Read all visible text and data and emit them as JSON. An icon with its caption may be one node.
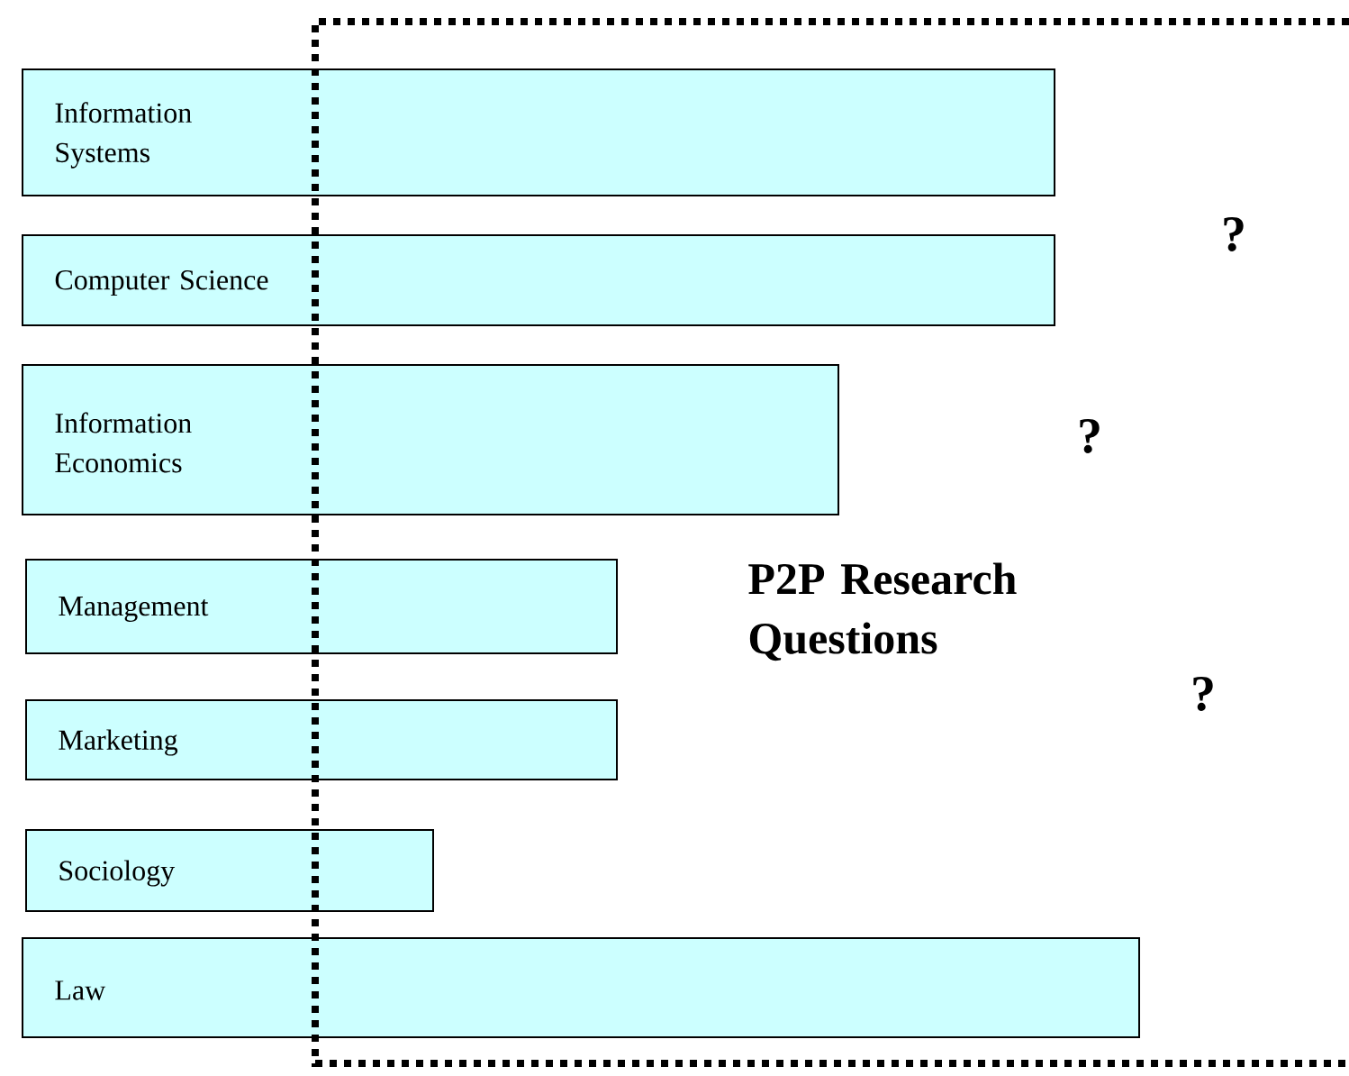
{
  "diagram": {
    "nodes": [
      {
        "text": [
          "Information Systems"
        ]
      },
      {
        "text": [
          "Computer Science"
        ]
      },
      {
        "text": [
          "Information Economics"
        ]
      },
      {
        "text": [
          "Management"
        ]
      },
      {
        "text": [
          "Marketing"
        ]
      },
      {
        "text": [
          "Sociology"
        ]
      },
      {
        "text": [
          "Law"
        ]
      },
      {
        "text": [
          "P2P Research Questions"
        ]
      }
    ],
    "labels": [
      "?",
      "?",
      "?"
    ]
  }
}
